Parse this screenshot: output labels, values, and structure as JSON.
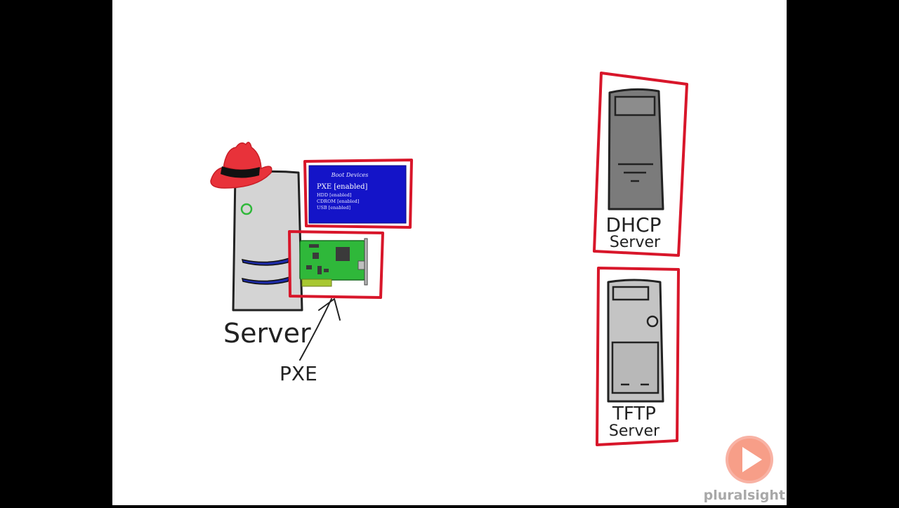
{
  "labels": {
    "server": "Server",
    "pxe": "PXE",
    "dhcp_line1": "DHCP",
    "dhcp_line2": "Server",
    "tftp_line1": "TFTP",
    "tftp_line2": "Server"
  },
  "bios_screen": {
    "title": "Boot Devices",
    "selected": "PXE [enabled]",
    "items": [
      "HDD [enabled]",
      "CDROM [enabled]",
      "USB [enabled]"
    ]
  },
  "brand": {
    "name": "pluralsight"
  },
  "colors": {
    "highlight_box": "#d8162a",
    "hat": "#e8323a",
    "bios_blue": "#1414c8",
    "nic_green": "#2fb83a",
    "server_gray": "#d4d4d4",
    "dhcp_gray": "#7b7b7b",
    "tftp_gray": "#c4c4c4",
    "brand_orange": "#f05a3c"
  },
  "icons": {
    "hat": "red-hat-icon",
    "play": "play-icon"
  }
}
